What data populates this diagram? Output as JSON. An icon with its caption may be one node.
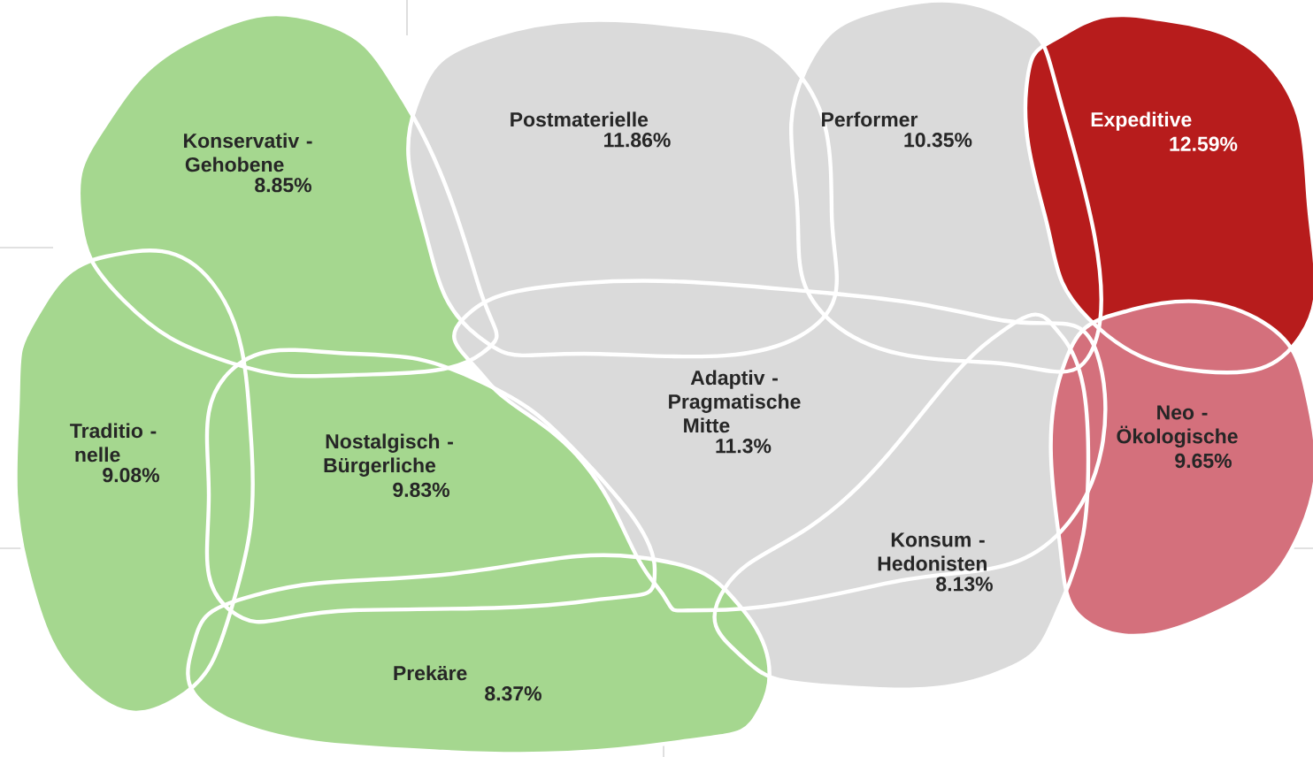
{
  "diagram": {
    "nodes": [
      {
        "text": [
          "Konservativ - Gehobene",
          "8.85%"
        ]
      },
      {
        "text": [
          "Postmaterielle",
          "11.86%"
        ]
      },
      {
        "text": [
          "Performer",
          "10.35%"
        ]
      },
      {
        "text": [
          "Expeditive",
          "12.59%"
        ]
      },
      {
        "text": [
          "Traditio - nelle",
          "9.08%"
        ]
      },
      {
        "text": [
          "Nostalgisch - Bürgerliche",
          "9.83%"
        ]
      },
      {
        "text": [
          "Adaptiv - Pragmatische Mitte",
          "11.3%"
        ]
      },
      {
        "text": [
          "Konsum - Hedonisten",
          "8.13%"
        ]
      },
      {
        "text": [
          "Neo - Ökologische",
          "9.65%"
        ]
      },
      {
        "text": [
          "Prekäre",
          "8.37%"
        ]
      }
    ]
  }
}
